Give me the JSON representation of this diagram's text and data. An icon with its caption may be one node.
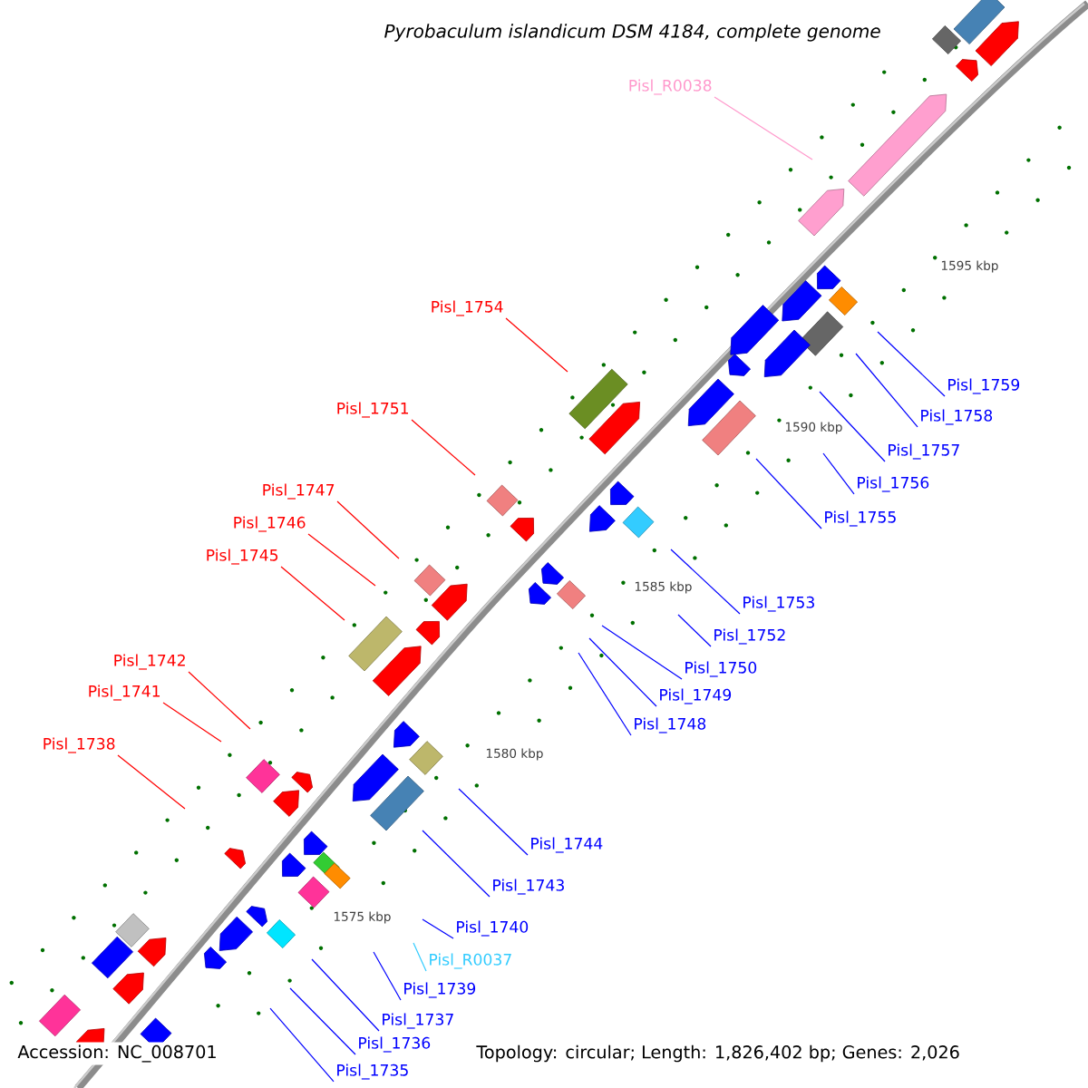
{
  "diagram": {
    "title": "Pyrobaculum islandicum DSM 4184, complete genome",
    "nodes": [
      {
        "text": [
          "Pisl_R0038"
        ]
      },
      {
        "text": [
          "Pisl_1754"
        ]
      },
      {
        "text": [
          "Pisl_1751"
        ]
      },
      {
        "text": [
          "Pisl_1747"
        ]
      },
      {
        "text": [
          "Pisl_1746"
        ]
      },
      {
        "text": [
          "Pisl_1745"
        ]
      },
      {
        "text": [
          "Pisl_1742"
        ]
      },
      {
        "text": [
          "Pisl_1741"
        ]
      },
      {
        "text": [
          "Pisl_1738"
        ]
      },
      {
        "text": [
          "Pisl_1759"
        ]
      },
      {
        "text": [
          "Pisl_1758"
        ]
      },
      {
        "text": [
          "Pisl_1757"
        ]
      },
      {
        "text": [
          "Pisl_1756"
        ]
      },
      {
        "text": [
          "Pisl_1755"
        ]
      },
      {
        "text": [
          "Pisl_1753"
        ]
      },
      {
        "text": [
          "Pisl_1752"
        ]
      },
      {
        "text": [
          "Pisl_1750"
        ]
      },
      {
        "text": [
          "Pisl_1749"
        ]
      },
      {
        "text": [
          "Pisl_1748"
        ]
      },
      {
        "text": [
          "Pisl_1744"
        ]
      },
      {
        "text": [
          "Pisl_1743"
        ]
      },
      {
        "text": [
          "Pisl_1740"
        ]
      },
      {
        "text": [
          "Pisl_R0037"
        ]
      },
      {
        "text": [
          "Pisl_1739"
        ]
      },
      {
        "text": [
          "Pisl_1737"
        ]
      },
      {
        "text": [
          "Pisl_1736"
        ]
      },
      {
        "text": [
          "Pisl_1735"
        ]
      }
    ],
    "edges": [
      {
        "from": 0,
        "to": null,
        "arrow": "none",
        "color": "#ff99cc"
      },
      {
        "from": 1,
        "to": null,
        "arrow": "none",
        "color": "#ff0000"
      },
      {
        "from": 2,
        "to": null,
        "arrow": "none",
        "color": "#ff0000"
      },
      {
        "from": 3,
        "to": null,
        "arrow": "none",
        "color": "#ff0000"
      },
      {
        "from": 4,
        "to": null,
        "arrow": "none",
        "color": "#ff0000"
      },
      {
        "from": 5,
        "to": null,
        "arrow": "none",
        "color": "#ff0000"
      },
      {
        "from": 6,
        "to": null,
        "arrow": "none",
        "color": "#ff0000"
      },
      {
        "from": 7,
        "to": null,
        "arrow": "none",
        "color": "#ff0000"
      },
      {
        "from": 8,
        "to": null,
        "arrow": "none",
        "color": "#ff0000"
      },
      {
        "from": 9,
        "to": null,
        "arrow": "none"
      },
      {
        "from": 10,
        "to": null,
        "arrow": "none"
      },
      {
        "from": 11,
        "to": null,
        "arrow": "none"
      },
      {
        "from": 12,
        "to": null,
        "arrow": "none"
      },
      {
        "from": 13,
        "to": null,
        "arrow": "none"
      },
      {
        "from": 14,
        "to": null,
        "arrow": "none"
      },
      {
        "from": 15,
        "to": null,
        "arrow": "none"
      },
      {
        "from": 16,
        "to": null,
        "arrow": "none"
      },
      {
        "from": 17,
        "to": null,
        "arrow": "none"
      },
      {
        "from": 18,
        "to": null,
        "arrow": "none"
      },
      {
        "from": 19,
        "to": null,
        "arrow": "none"
      },
      {
        "from": 20,
        "to": null,
        "arrow": "none"
      },
      {
        "from": 21,
        "to": null,
        "arrow": "none"
      },
      {
        "from": 22,
        "to": null,
        "arrow": "none",
        "color": "#33ccff"
      },
      {
        "from": 23,
        "to": null,
        "arrow": "none"
      },
      {
        "from": 24,
        "to": null,
        "arrow": "none"
      },
      {
        "from": 25,
        "to": null,
        "arrow": "none"
      },
      {
        "from": 26,
        "to": null,
        "arrow": "none"
      }
    ],
    "labels": [
      "1595 kbp",
      "1590 kbp",
      "1585 kbp",
      "1580 kbp",
      "1575 kbp",
      "Accession: NC_008701",
      "Topology: circular; Length: 1,826,402 bp; Genes: 2,026"
    ]
  }
}
